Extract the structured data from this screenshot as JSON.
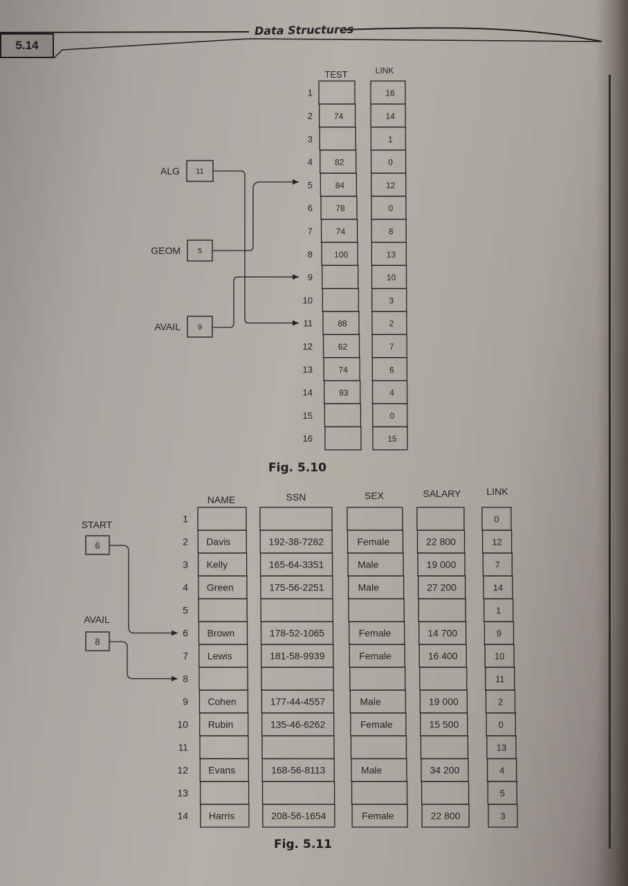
{
  "header": {
    "page_number": "5.14",
    "running_title": "Data Structures"
  },
  "fig510": {
    "caption": "Fig. 5.10",
    "col_test": "TEST",
    "col_link": "LINK",
    "rows": [
      "1",
      "2",
      "3",
      "4",
      "5",
      "6",
      "7",
      "8",
      "9",
      "10",
      "11",
      "12",
      "13",
      "14",
      "15",
      "16"
    ],
    "test": [
      "",
      "74",
      "",
      "82",
      "84",
      "78",
      "74",
      "100",
      "",
      "",
      "88",
      "62",
      "74",
      "93",
      "",
      ""
    ],
    "link": [
      "16",
      "14",
      "1",
      "0",
      "12",
      "0",
      "8",
      "13",
      "10",
      "3",
      "2",
      "7",
      "6",
      "4",
      "0",
      "15"
    ],
    "pointers": [
      {
        "label": "ALG",
        "value": "11"
      },
      {
        "label": "GEOM",
        "value": "5"
      },
      {
        "label": "AVAIL",
        "value": "9"
      }
    ]
  },
  "fig511": {
    "caption": "Fig. 5.11",
    "headers": [
      "NAME",
      "SSN",
      "SEX",
      "SALARY",
      "LINK"
    ],
    "rows": [
      {
        "n": "1",
        "name": "",
        "ssn": "",
        "sex": "",
        "salary": "",
        "link": "0"
      },
      {
        "n": "2",
        "name": "Davis",
        "ssn": "192-38-7282",
        "sex": "Female",
        "salary": "22 800",
        "link": "12"
      },
      {
        "n": "3",
        "name": "Kelly",
        "ssn": "165-64-3351",
        "sex": "Male",
        "salary": "19 000",
        "link": "7"
      },
      {
        "n": "4",
        "name": "Green",
        "ssn": "175-56-2251",
        "sex": "Male",
        "salary": "27 200",
        "link": "14"
      },
      {
        "n": "5",
        "name": "",
        "ssn": "",
        "sex": "",
        "salary": "",
        "link": "1"
      },
      {
        "n": "6",
        "name": "Brown",
        "ssn": "178-52-1065",
        "sex": "Female",
        "salary": "14 700",
        "link": "9"
      },
      {
        "n": "7",
        "name": "Lewis",
        "ssn": "181-58-9939",
        "sex": "Female",
        "salary": "16 400",
        "link": "10"
      },
      {
        "n": "8",
        "name": "",
        "ssn": "",
        "sex": "",
        "salary": "",
        "link": "11"
      },
      {
        "n": "9",
        "name": "Cohen",
        "ssn": "177-44-4557",
        "sex": "Male",
        "salary": "19 000",
        "link": "2"
      },
      {
        "n": "10",
        "name": "Rubin",
        "ssn": "135-46-6262",
        "sex": "Female",
        "salary": "15 500",
        "link": "0"
      },
      {
        "n": "11",
        "name": "",
        "ssn": "",
        "sex": "",
        "salary": "",
        "link": "13"
      },
      {
        "n": "12",
        "name": "Evans",
        "ssn": "168-56-8113",
        "sex": "Male",
        "salary": "34 200",
        "link": "4"
      },
      {
        "n": "13",
        "name": "",
        "ssn": "",
        "sex": "",
        "salary": "",
        "link": "5"
      },
      {
        "n": "14",
        "name": "Harris",
        "ssn": "208-56-1654",
        "sex": "Female",
        "salary": "22 800",
        "link": "3"
      }
    ],
    "pointers": [
      {
        "label": "START",
        "value": "6"
      },
      {
        "label": "AVAIL",
        "value": "8"
      }
    ]
  }
}
